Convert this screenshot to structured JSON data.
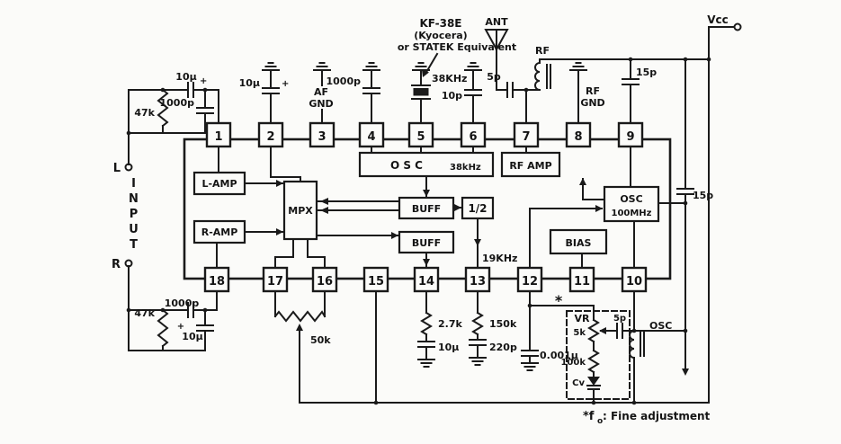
{
  "header": {
    "kf1": "KF-38E",
    "kf2": "(Kyocera)",
    "kf3": "or STATEK Equivalent",
    "ant": "ANT",
    "vcc": "Vcc",
    "rf": "RF"
  },
  "inputs": {
    "l": "L",
    "r": "R",
    "input": "INPUT"
  },
  "ic": {
    "pins_top": [
      "1",
      "2",
      "3",
      "4",
      "5",
      "6",
      "7",
      "8",
      "9"
    ],
    "pins_bottom": [
      "18",
      "17",
      "16",
      "15",
      "14",
      "13",
      "12",
      "11",
      "10"
    ],
    "blocks": {
      "l_amp": "L-AMP",
      "r_amp": "R-AMP",
      "mpx": "MPX",
      "osc38": "O S C",
      "osc38_freq": "38kHz",
      "buff1": "BUFF",
      "div": "1/2",
      "buff2": "BUFF",
      "rf_amp": "RF AMP",
      "osc100": "OSC",
      "osc100_freq": "100MHz",
      "bias": "BIAS",
      "pilot": "19KHz"
    }
  },
  "comp": {
    "c10u_l": "10μ",
    "plus_l": "+",
    "c1000p_l": "1000p",
    "r47k_l": "47k",
    "c10u_2": "10μ",
    "plus_2": "+",
    "af": "AF",
    "af_gnd": "GND",
    "c1000p_4": "1000p",
    "xtal": "38KHz",
    "c10p": "10p",
    "c5p": "5p",
    "rfg1": "RF",
    "rfg2": "GND",
    "c15p_9": "15p",
    "c15p_r": "15p",
    "c1000p_r": "1000p",
    "r47k_r": "47k",
    "c10u_r": "10μ",
    "plus_r": "+",
    "pot50k": "50k",
    "r27k": "2.7k",
    "c10u_14": "10μ",
    "r150k": "150k",
    "c220p": "220p",
    "c001": "0.001μ",
    "star": "*",
    "vr": "VR",
    "vr5k": "5k",
    "r100k": "100k",
    "cv": "Cv",
    "c5p_t": "5p",
    "osc_t": "OSC"
  },
  "note": {
    "a": "*f",
    "b": "o",
    "c": ": Fine adjustment"
  }
}
